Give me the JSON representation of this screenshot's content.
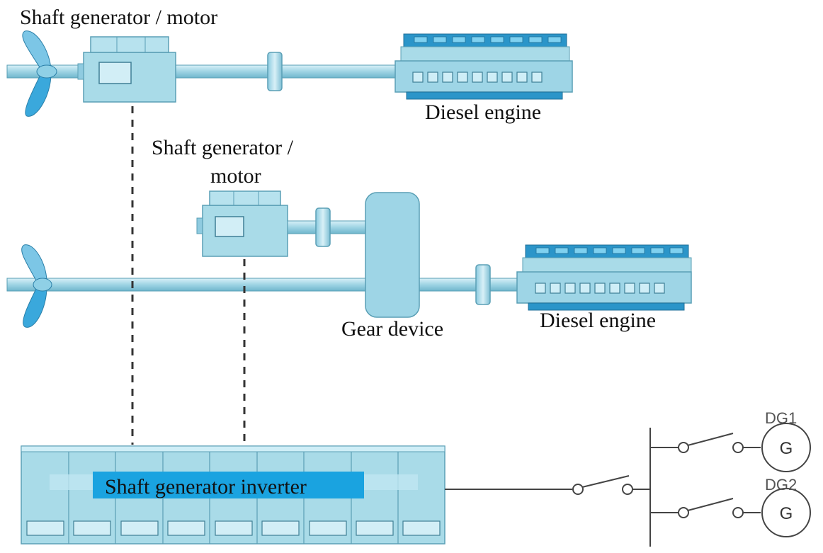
{
  "labels": {
    "top_shaft_generator": "Shaft generator / motor",
    "top_diesel_engine": "Diesel engine",
    "mid_shaft_generator_line1": "Shaft generator /",
    "mid_shaft_generator_line2": "motor",
    "gear_device": "Gear device",
    "bottom_diesel_engine": "Diesel engine",
    "inverter": "Shaft generator inverter",
    "dg1": "DG1",
    "dg2": "DG2",
    "generator_symbol": "G"
  },
  "colors": {
    "equipment_fill": "#a9dbe8",
    "equipment_stroke": "#5a9fb5",
    "engine_top": "#2b95c9",
    "propeller": "#3aa8dc",
    "inverter_highlight": "#1aa3e0",
    "line": "#333333"
  }
}
